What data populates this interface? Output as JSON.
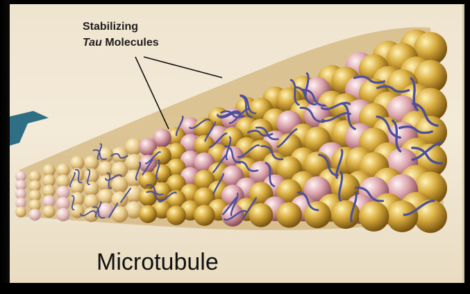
{
  "figure": {
    "label_stabilizing_line1": "Stabilizing",
    "label_tau_italic": "Tau",
    "label_molecules": "Molecules",
    "label_main": "Microtubule"
  },
  "colors": {
    "background": "#efe4cf",
    "gold_subunit": "#c99a2e",
    "pink_subunit": "#d9a0a8",
    "tau_molecule": "#4b4f9c",
    "pointer_line": "#111111",
    "blue_arrow": "#2f6f86"
  }
}
